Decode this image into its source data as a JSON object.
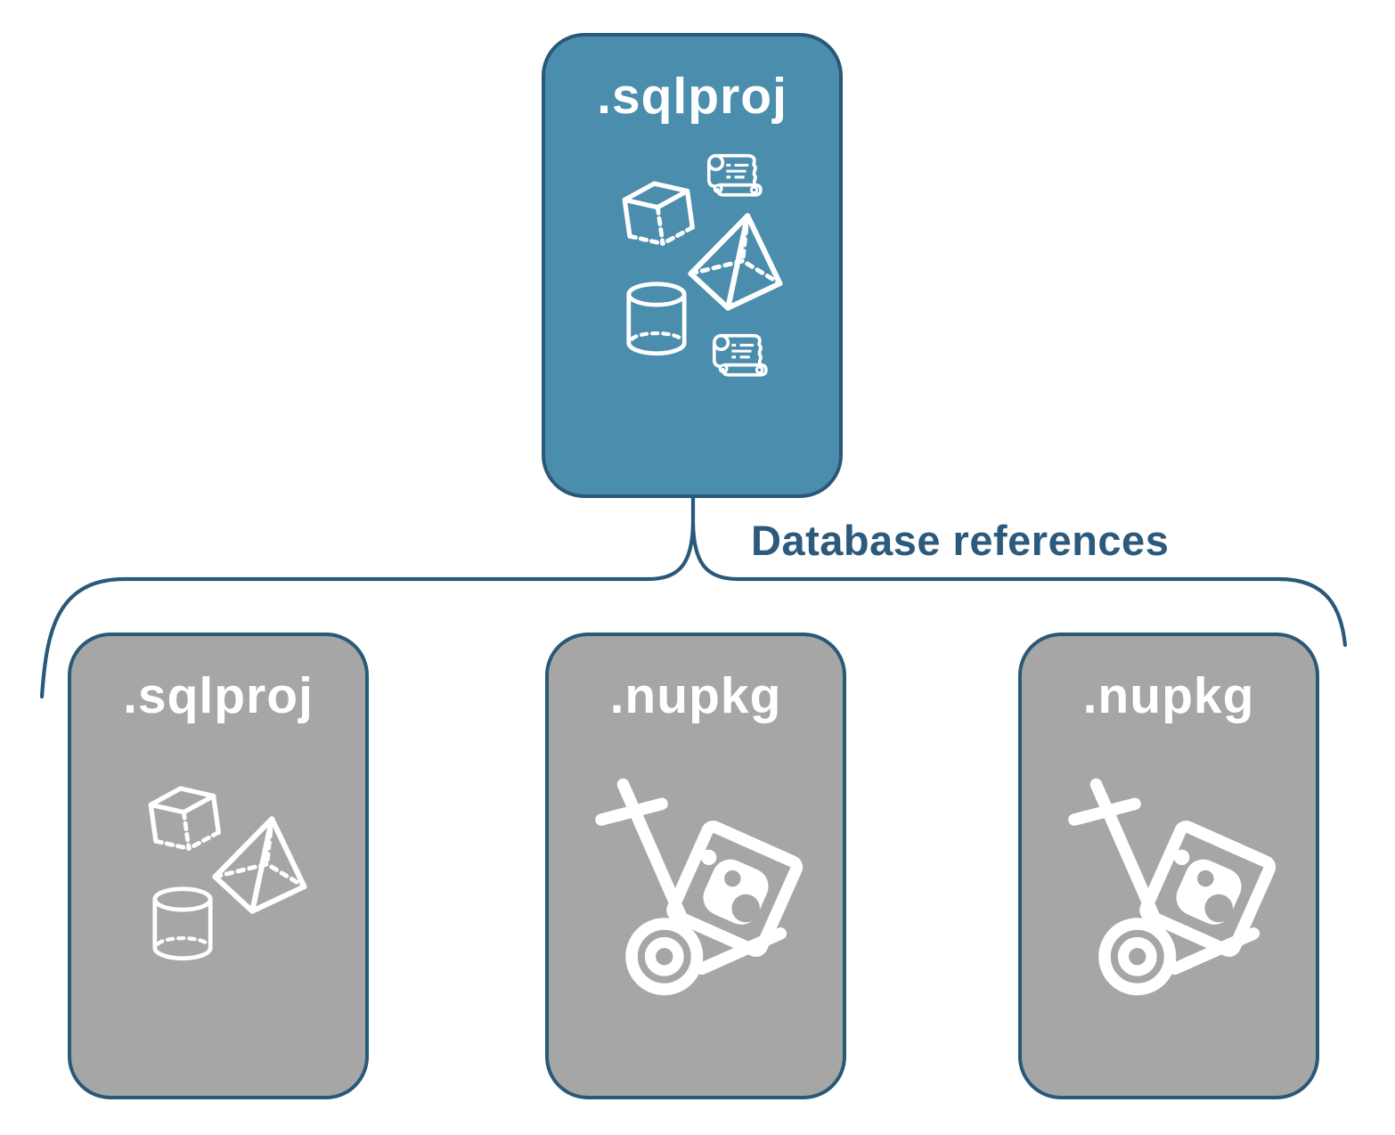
{
  "diagram": {
    "root": {
      "title": ".sqlproj",
      "icons": [
        "scroll-icon",
        "cube-icon",
        "pyramid-icon",
        "cylinder-icon",
        "scroll-icon"
      ]
    },
    "connector_label": "Database references",
    "children": [
      {
        "title": ".sqlproj",
        "icons": [
          "cube-icon",
          "pyramid-icon",
          "cylinder-icon"
        ]
      },
      {
        "title": ".nupkg",
        "icons": [
          "hand-truck-package-icon"
        ]
      },
      {
        "title": ".nupkg",
        "icons": [
          "hand-truck-package-icon"
        ]
      }
    ],
    "colors": {
      "root_fill": "#4b8dad",
      "child_fill": "#a6a6a6",
      "outline": "#2a5878",
      "label_text": "#2b5a7d",
      "icon_stroke": "#ffffff"
    }
  }
}
